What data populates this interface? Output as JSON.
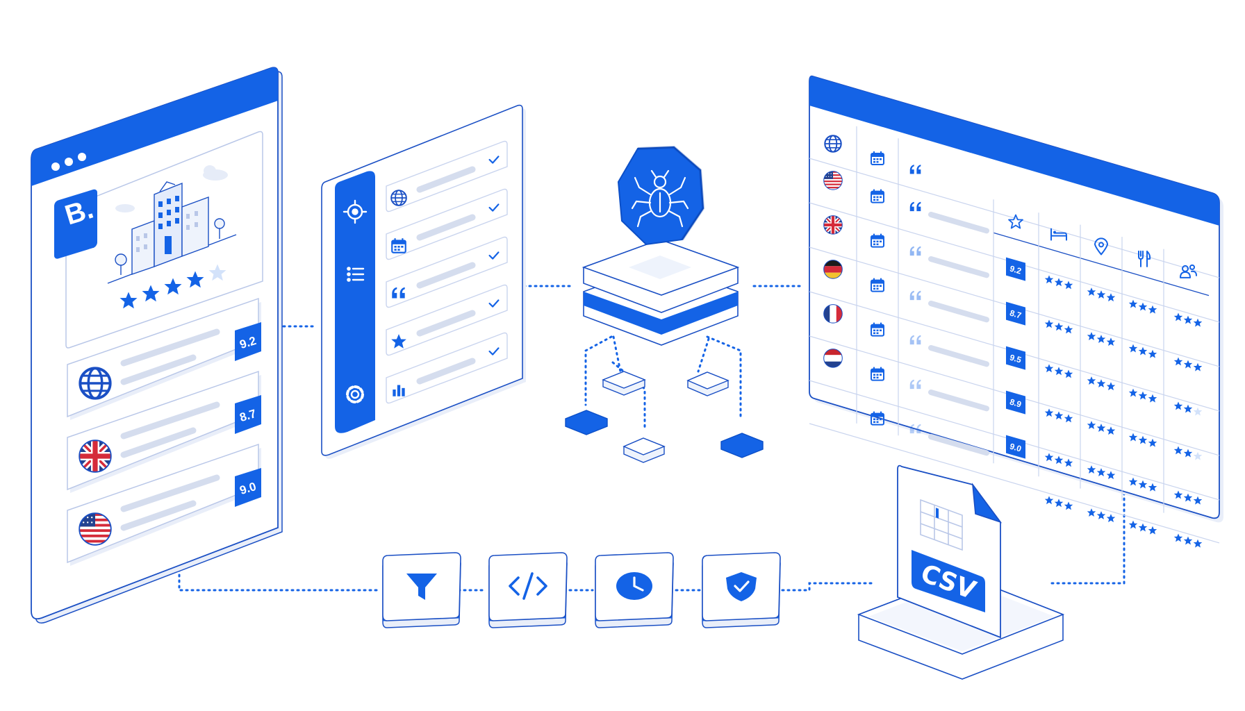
{
  "colors": {
    "primary": "#1463e6",
    "primary_dark": "#0c4fc7",
    "outline": "#1a4fc4",
    "panel": "#ffffff",
    "panel_shade": "#eef3fc",
    "placeholder": "#d5ddee",
    "star_empty": "#dfe5f2"
  },
  "booking_window": {
    "logo": "B.",
    "hotel_rating_stars": 4,
    "review_cards": [
      {
        "flag": "globe-icon",
        "score": "9.2"
      },
      {
        "flag": "uk-flag-icon",
        "score": "8.7"
      },
      {
        "flag": "us-flag-icon",
        "score": "9.0"
      }
    ]
  },
  "config_panel": {
    "sidebar_icons": [
      "target-icon",
      "list-icon",
      "gear-icon"
    ],
    "fields": [
      {
        "icon": "globe-icon",
        "checked": true
      },
      {
        "icon": "calendar-icon",
        "checked": true
      },
      {
        "icon": "quote-icon",
        "checked": true
      },
      {
        "icon": "star-icon",
        "checked": true
      },
      {
        "icon": "bar-chart-icon",
        "checked": true
      }
    ]
  },
  "scraper": {
    "icon": "spider-icon"
  },
  "pipeline_steps": [
    {
      "icon": "filter-icon"
    },
    {
      "icon": "code-icon"
    },
    {
      "icon": "clock-icon"
    },
    {
      "icon": "shield-check-icon"
    }
  ],
  "csv_file": {
    "label": "CSV"
  },
  "results_table": {
    "header_icons": [
      "globe-icon",
      "calendar-icon",
      "quote-icon"
    ],
    "subheader_icons": [
      "star-icon",
      "bed-icon",
      "location-pin-icon",
      "fork-knife-icon",
      "people-icon"
    ],
    "rows": [
      {
        "flag": "us-flag-icon",
        "score": "",
        "stars": []
      },
      {
        "flag": "uk-flag-icon",
        "score": "9.2",
        "stars": [
          3,
          3,
          3,
          3
        ]
      },
      {
        "flag": "germany-flag-icon",
        "score": "8.7",
        "stars": [
          3,
          3,
          3,
          3
        ]
      },
      {
        "flag": "france-flag-icon",
        "score": "9.5",
        "stars": [
          3,
          3,
          3,
          2
        ]
      },
      {
        "flag": "netherlands-flag-icon",
        "score": "8.9",
        "stars": [
          3,
          3,
          3,
          2
        ]
      },
      {
        "flag": "",
        "score": "9.0",
        "stars": [
          3,
          3,
          2.5,
          3
        ]
      },
      {
        "flag": "",
        "score": "",
        "stars": [
          3,
          3,
          3,
          3
        ]
      }
    ]
  }
}
